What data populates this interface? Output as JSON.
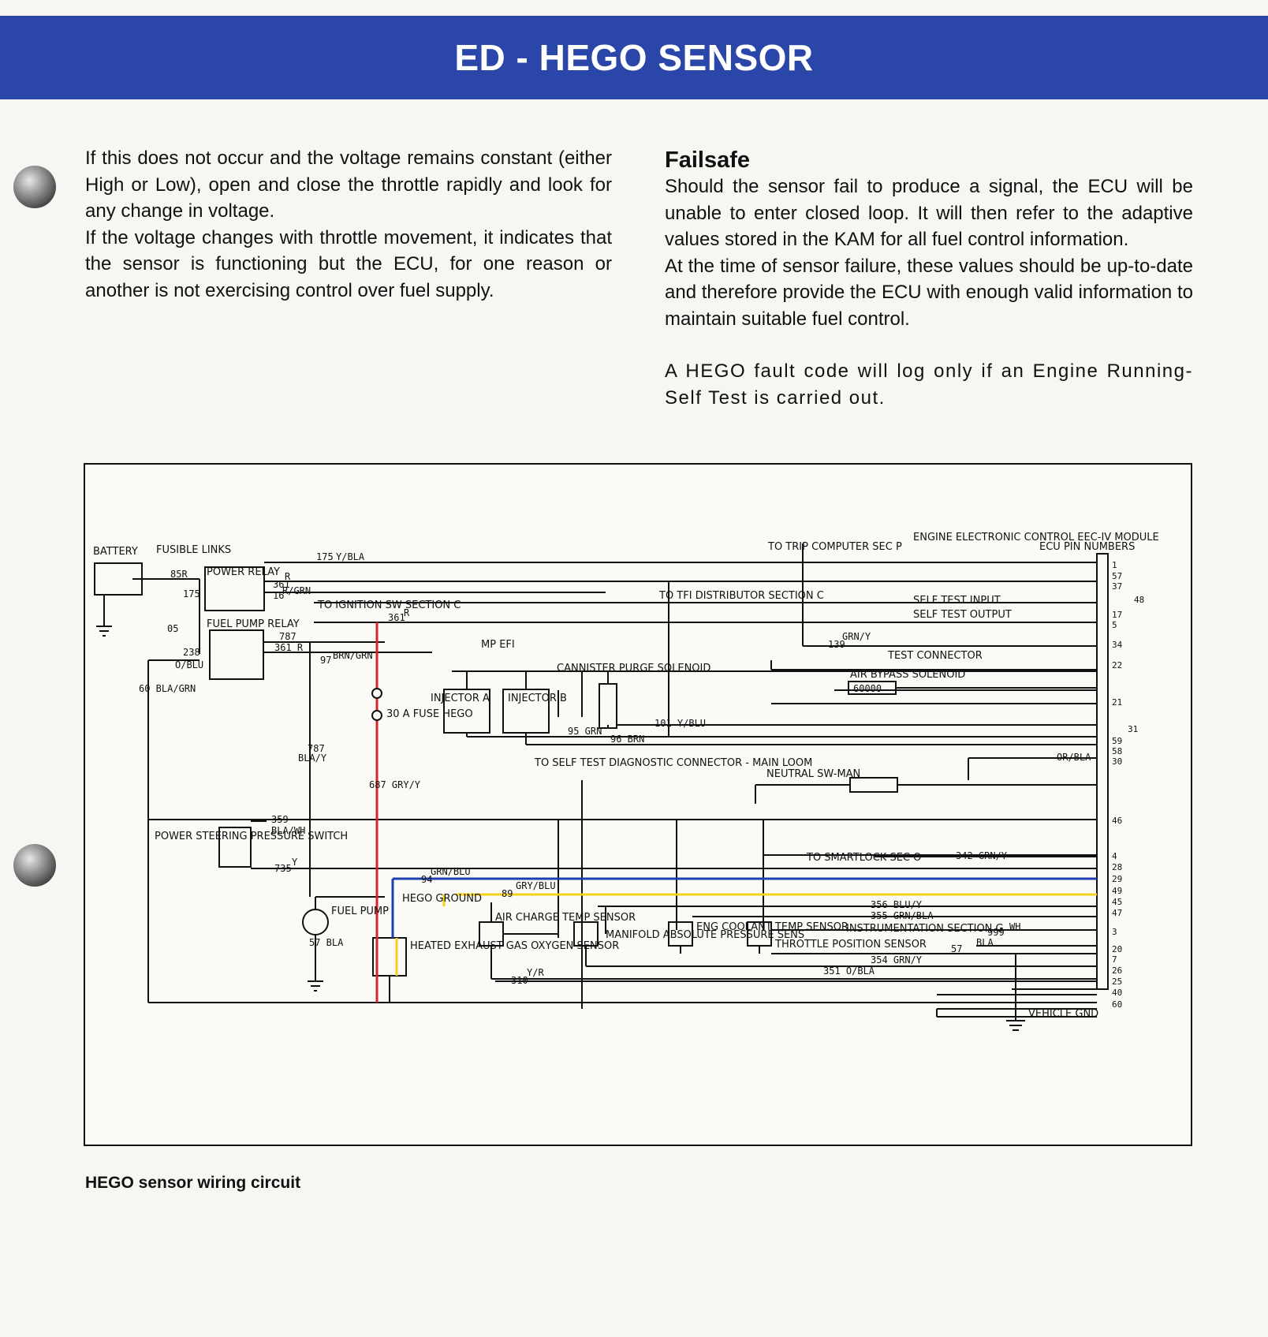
{
  "header": {
    "title": "ED - HEGO SENSOR"
  },
  "left_column": {
    "para1": "If this does not occur and the voltage remains constant (either High or Low), open and close the throttle rapidly and look for any change in voltage.",
    "para2": "If the voltage changes with throttle movement, it indicates that the sensor is functioning but the ECU, for one reason or another is not exercising control over fuel supply."
  },
  "right_column": {
    "heading": "Failsafe",
    "para1": "Should the sensor fail to produce a signal, the ECU will be unable to enter closed loop. It will then refer to the adaptive values stored in the KAM for all fuel control information.",
    "para2": "At the time of sensor failure, these values should be up-to-date and therefore provide the ECU with enough valid information to maintain suitable fuel control.",
    "para3": "A HEGO fault code will log only if an Engine Running-Self Test is carried out."
  },
  "diagram": {
    "components": {
      "battery": "BATTERY",
      "fusible_links": "FUSIBLE LINKS",
      "power_relay": "POWER RELAY",
      "fuel_pump_relay": "FUEL PUMP RELAY",
      "ignition": "TO IGNITION SW SECTION C",
      "tfi": "TO TFI DISTRIBUTOR SECTION C",
      "trip_computer": "TO TRIP COMPUTER SEC P",
      "eec_module": "ENGINE ELECTRONIC CONTROL EEC-IV MODULE",
      "ecu_pin_numbers": "ECU PIN NUMBERS",
      "self_test_input": "SELF TEST INPUT",
      "self_test_output": "SELF TEST OUTPUT",
      "test_connector": "TEST CONNECTOR",
      "air_bypass": "AIR BYPASS SOLENOID",
      "mp_efi": "MP EFI",
      "cannister": "CANNISTER PURGE SOLENOID",
      "injector_a": "INJECTOR A",
      "injector_b": "INJECTOR B",
      "fuse": "30 A FUSE HEGO",
      "self_test_diag": "TO SELF TEST DIAGNOSTIC CONNECTOR - MAIN LOOM",
      "neutral_sw": "NEUTRAL SW-MAN",
      "power_steering": "POWER STEERING PRESSURE SWITCH",
      "smartlock": "TO SMARTLOCK SEC O",
      "hego_ground": "HEGO GROUND",
      "fuel_pump": "FUEL PUMP",
      "hego_sensor": "HEATED EXHAUST GAS OXYGEN SENSOR",
      "air_charge": "AIR CHARGE TEMP SENSOR",
      "map_sensor": "MANIFOLD ABSOLUTE PRESSURE SENS",
      "ect_sensor": "ENG COOLANT TEMP SENSOR",
      "tps": "THROTTLE POSITION SENSOR",
      "instrumentation": "INSTRUMENTATION SECTION G",
      "vehicle_gnd": "VEHICLE GND"
    },
    "wires": {
      "w175": "175",
      "yblu": "Y/BLA",
      "r": "R",
      "w85r": "85R",
      "w361": "361",
      "rgrn": "R/GRN",
      "w16": "16",
      "w175b": "175",
      "w05": "05",
      "w238": "238",
      "oblu": "O/BLU",
      "w787": "787",
      "w361r": "361 R",
      "w97": "97",
      "brngrn": "BRN/GRN",
      "w361b": "361",
      "rb": "R",
      "blagrn": "60 BLA/GRN",
      "w95": "95 GRN",
      "w96": "96 BRN",
      "w101": "101 Y/BLU",
      "w139": "139",
      "grny": "GRN/Y",
      "orbla": "OR/BLA",
      "w787b": "787",
      "blay": "BLA/Y",
      "w687": "687 GRY/Y",
      "w359": "359",
      "blawh": "BLA/WH",
      "w735": "735",
      "y": "Y",
      "w94": "94",
      "grnblu": "GRN/BLU",
      "w89": "89",
      "gryblu": "GRY/BLU",
      "w57": "57 BLA",
      "w310": "310",
      "yr": "Y/R",
      "w342": "342 GRN/Y",
      "w356": "356 BLU/Y",
      "w355": "355 GRN/BLA",
      "w999": "999",
      "wh": "WH",
      "w57b": "57",
      "bla": "BLA",
      "w354": "354 GRN/Y",
      "w351": "351 O/BLA",
      "w60000": "60000"
    },
    "pins": [
      "1",
      "57",
      "37",
      "48",
      "17",
      "5",
      "34",
      "22",
      "21",
      "31",
      "59",
      "58",
      "30",
      "46",
      "4",
      "28",
      "29",
      "49",
      "45",
      "47",
      "3",
      "20",
      "7",
      "26",
      "25",
      "40",
      "60"
    ],
    "colors": {
      "red_wire": "#d8242b",
      "blue_wire": "#1f3fb0",
      "yellow_wire": "#f2d21a"
    }
  },
  "caption": "HEGO sensor wiring circuit"
}
